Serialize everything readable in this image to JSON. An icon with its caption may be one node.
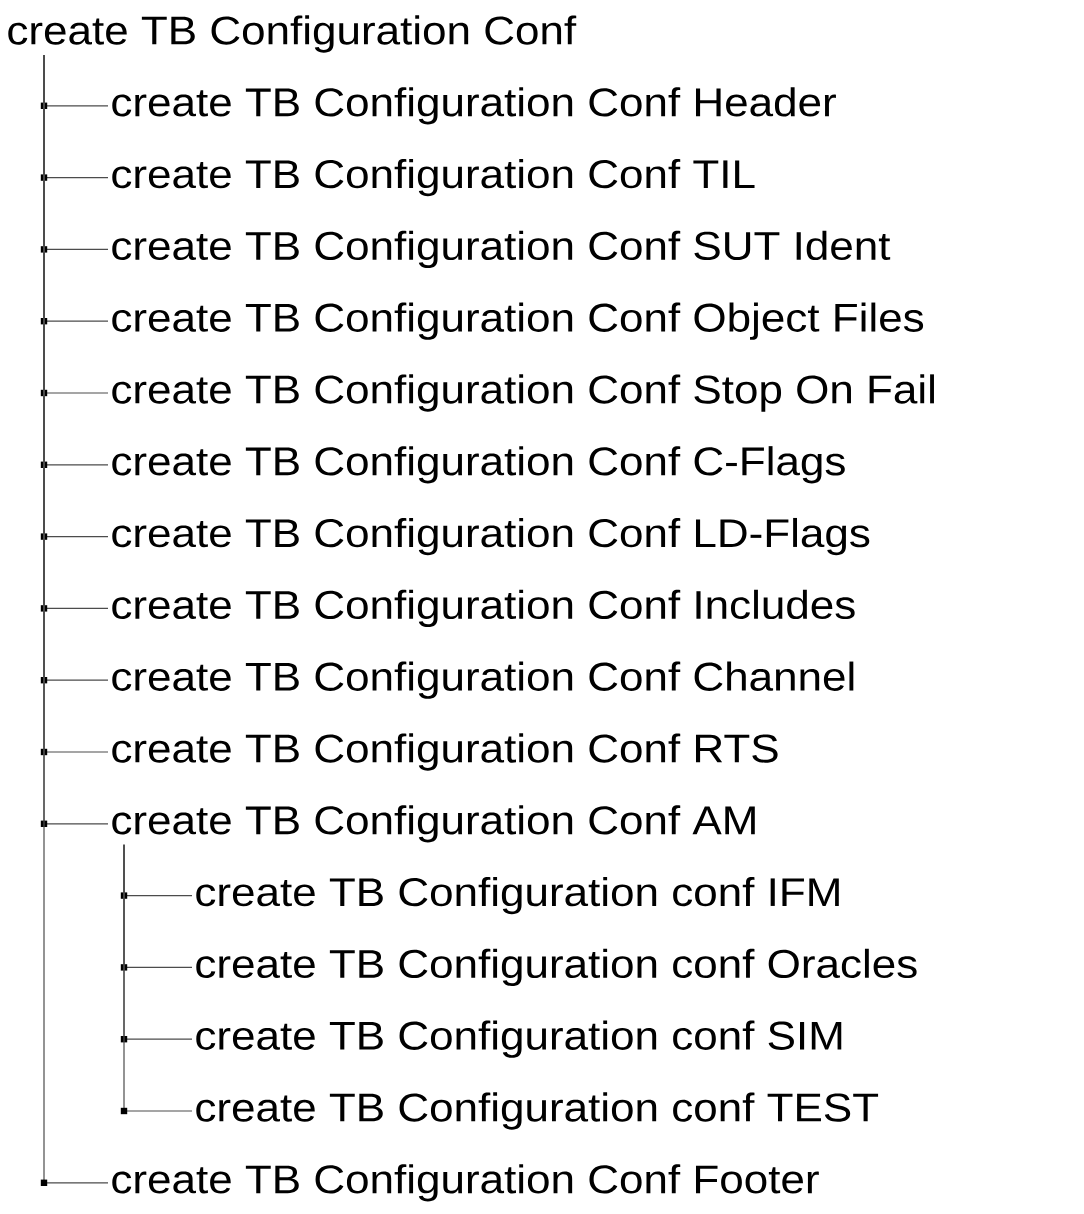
{
  "diagram": {
    "nodes": [
      {
        "text": [
          "create TB Configuration Conf"
        ]
      },
      {
        "text": [
          "create TB Configuration Conf Header"
        ]
      },
      {
        "text": [
          "create TB Configuration Conf TIL"
        ]
      },
      {
        "text": [
          "create TB Configuration Conf SUT Ident"
        ]
      },
      {
        "text": [
          "create TB Configuration Conf Object Files"
        ]
      },
      {
        "text": [
          "create TB Configuration Conf Stop On Fail"
        ]
      },
      {
        "text": [
          "create TB Configuration Conf C-Flags"
        ]
      },
      {
        "text": [
          "create TB Configuration Conf LD-Flags"
        ]
      },
      {
        "text": [
          "create TB Configuration Conf Includes"
        ]
      },
      {
        "text": [
          "create TB Configuration Conf Channel"
        ]
      },
      {
        "text": [
          "create TB Configuration Conf RTS"
        ]
      },
      {
        "text": [
          "create TB Configuration Conf AM"
        ]
      },
      {
        "text": [
          "create TB Configuration conf IFM"
        ]
      },
      {
        "text": [
          "create TB Configuration conf Oracles"
        ]
      },
      {
        "text": [
          "create TB Configuration conf SIM"
        ]
      },
      {
        "text": [
          "create TB Configuration conf TEST"
        ]
      },
      {
        "text": [
          "create TB Configuration Conf Footer"
        ]
      }
    ],
    "edges": [
      {
        "from": 0,
        "to": 1,
        "arrow": "none"
      },
      {
        "from": 0,
        "to": 2,
        "arrow": "none"
      },
      {
        "from": 0,
        "to": 3,
        "arrow": "none"
      },
      {
        "from": 0,
        "to": 4,
        "arrow": "none"
      },
      {
        "from": 0,
        "to": 5,
        "arrow": "none"
      },
      {
        "from": 0,
        "to": 6,
        "arrow": "none"
      },
      {
        "from": 0,
        "to": 7,
        "arrow": "none"
      },
      {
        "from": 0,
        "to": 8,
        "arrow": "none"
      },
      {
        "from": 0,
        "to": 9,
        "arrow": "none"
      },
      {
        "from": 0,
        "to": 10,
        "arrow": "none"
      },
      {
        "from": 0,
        "to": 11,
        "arrow": "none"
      },
      {
        "from": 11,
        "to": 12,
        "arrow": "none"
      },
      {
        "from": 11,
        "to": 13,
        "arrow": "none"
      },
      {
        "from": 11,
        "to": 14,
        "arrow": "none"
      },
      {
        "from": 11,
        "to": 15,
        "arrow": "none"
      },
      {
        "from": 0,
        "to": 16,
        "arrow": "none"
      }
    ]
  }
}
